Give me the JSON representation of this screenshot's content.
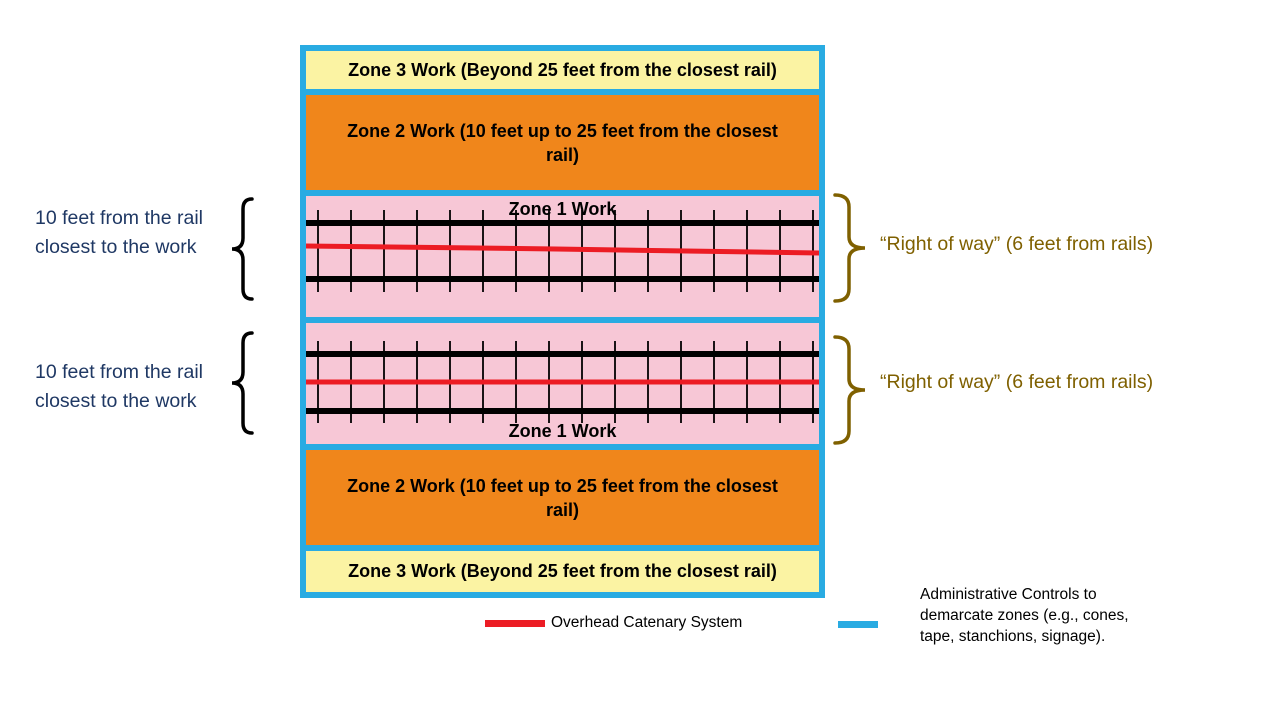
{
  "zones": {
    "zone3_top": "Zone 3 Work (Beyond 25 feet from the closest rail)",
    "zone2_top": "Zone 2 Work (10 feet up to 25 feet from the closest rail)",
    "zone1_label_top": "Zone 1 Work",
    "zone1_label_bottom": "Zone 1 Work",
    "zone2_bottom": "Zone 2 Work (10 feet up to 25 feet from the closest rail)",
    "zone3_bottom": "Zone 3 Work (Beyond 25 feet from the closest rail)"
  },
  "left_notes": [
    "10 feet from the rail closest to the work",
    "10 feet from the rail closest to the work"
  ],
  "right_notes": [
    "“Right of way” (6 feet from rails)",
    "“Right of way” (6 feet from rails)"
  ],
  "legend": {
    "catenary_label": "Overhead Catenary System",
    "admin_label": "Administrative Controls to demarcate zones (e.g., cones, tape, stanchions, signage)."
  },
  "colors": {
    "demarcation_border": "#29ABE2",
    "zone3_fill": "#FBF3A3",
    "zone2_fill": "#F0861B",
    "zone1_fill": "#F7C7D6",
    "rail": "#000000",
    "catenary": "#EC1C24",
    "left_note_text": "#1F3864",
    "right_note_text": "#7F6000"
  }
}
